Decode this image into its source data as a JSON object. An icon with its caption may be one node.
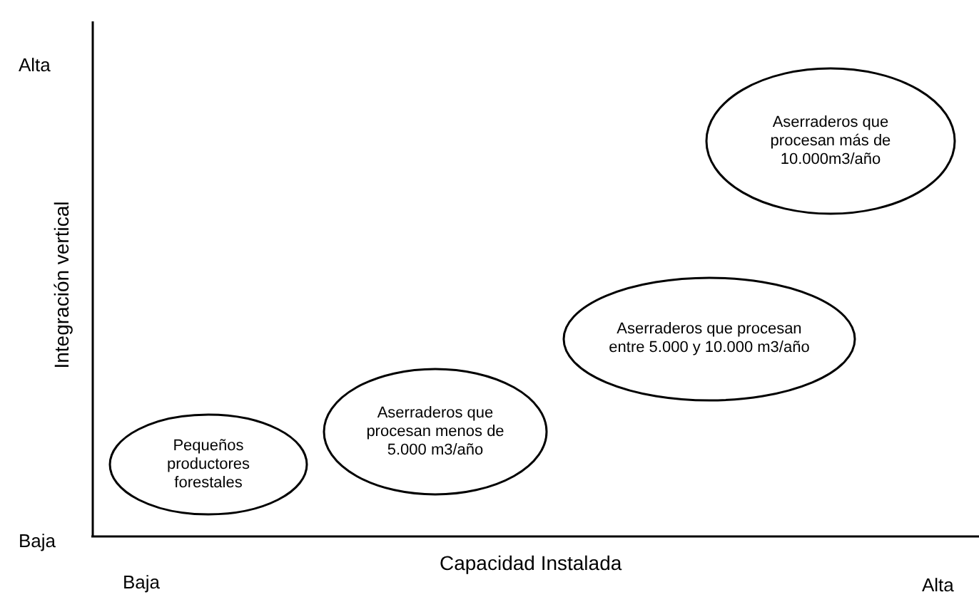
{
  "diagram": {
    "nodes": [
      {
        "text": [
          "Pequeños productores forestales"
        ]
      },
      {
        "text": [
          "Aserraderos que procesan menos de 5.000 m3/año"
        ]
      },
      {
        "text": [
          "Aserraderos que procesan entre 5.000 y 10.000 m3/año"
        ]
      },
      {
        "text": [
          "Aserraderos que procesan más de 10.000m3/año"
        ]
      }
    ],
    "edges": [],
    "labels": [
      "Alta",
      "Integración vertical",
      "Baja",
      "Capacidad Instalada",
      "Baja",
      "Alta"
    ]
  }
}
